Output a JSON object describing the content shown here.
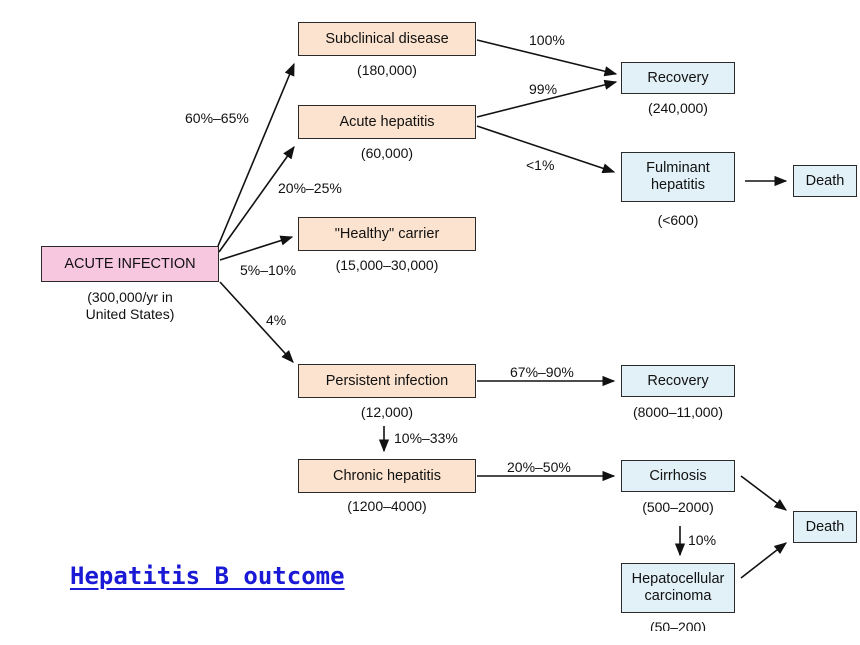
{
  "title": "Hepatitis B outcome",
  "colors": {
    "peach": "#fbe3cf",
    "blue": "#e2f1f8",
    "pink": "#f7c6df",
    "title": "#1a1ad6"
  },
  "nodes": {
    "acute_infection": {
      "label": "ACUTE INFECTION",
      "count": "(300,000/yr in\nUnited States)"
    },
    "subclinical": {
      "label": "Subclinical disease",
      "count": "(180,000)"
    },
    "acute_hepatitis": {
      "label": "Acute hepatitis",
      "count": "(60,000)"
    },
    "healthy_carrier": {
      "label": "\"Healthy\" carrier",
      "count": "(15,000–30,000)"
    },
    "persistent": {
      "label": "Persistent infection",
      "count": "(12,000)"
    },
    "chronic": {
      "label": "Chronic hepatitis",
      "count": "(1200–4000)"
    },
    "recovery_1": {
      "label": "Recovery",
      "count": "(240,000)"
    },
    "fulminant": {
      "label": "Fulminant\nhepatitis",
      "count": "(<600)"
    },
    "death_1": {
      "label": "Death"
    },
    "recovery_2": {
      "label": "Recovery",
      "count": "(8000–11,000)"
    },
    "cirrhosis": {
      "label": "Cirrhosis",
      "count": "(500–2000)"
    },
    "hcc": {
      "label": "Hepatocellular\ncarcinoma",
      "count": "(50–200)"
    },
    "death_2": {
      "label": "Death"
    }
  },
  "edges": {
    "to_subclinical": "60%–65%",
    "to_acute_hepatitis": "20%–25%",
    "to_carrier": "5%–10%",
    "to_persistent": "4%",
    "subclinical_recovery": "100%",
    "acute_recovery": "99%",
    "acute_fulminant": "<1%",
    "persistent_recovery": "67%–90%",
    "persistent_chronic": "10%–33%",
    "chronic_cirrhosis": "20%–50%",
    "cirrhosis_hcc": "10%"
  }
}
